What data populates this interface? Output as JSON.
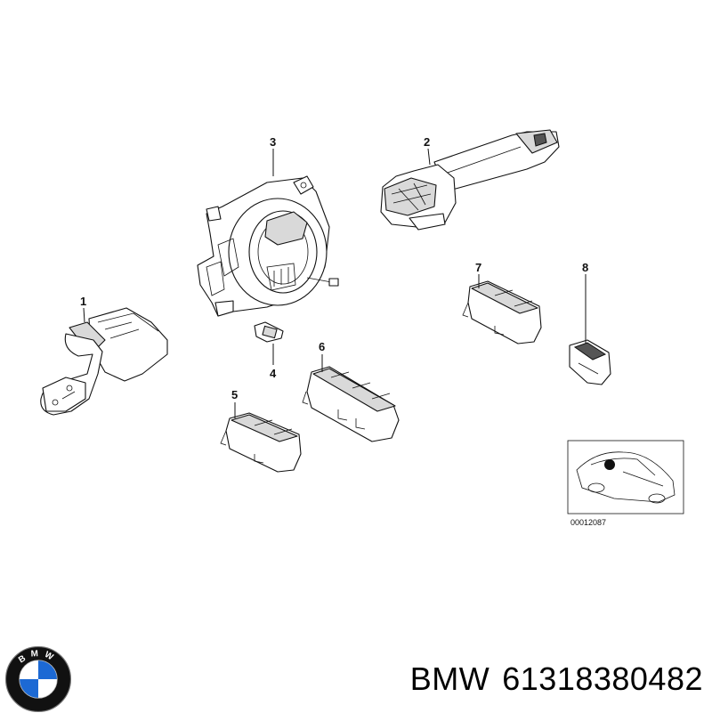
{
  "diagram": {
    "callouts": [
      {
        "id": "1",
        "label": "1"
      },
      {
        "id": "2",
        "label": "2"
      },
      {
        "id": "3",
        "label": "3"
      },
      {
        "id": "4",
        "label": "4"
      },
      {
        "id": "5",
        "label": "5"
      },
      {
        "id": "6",
        "label": "6"
      },
      {
        "id": "7",
        "label": "7"
      },
      {
        "id": "8",
        "label": "8"
      }
    ],
    "reference_number": "00012087"
  },
  "brand": {
    "name": "BMW",
    "part_number": "61318380482",
    "logo_letters": "BMW",
    "colors": {
      "blue": "#1c69d4",
      "black": "#111111",
      "white": "#ffffff"
    }
  }
}
